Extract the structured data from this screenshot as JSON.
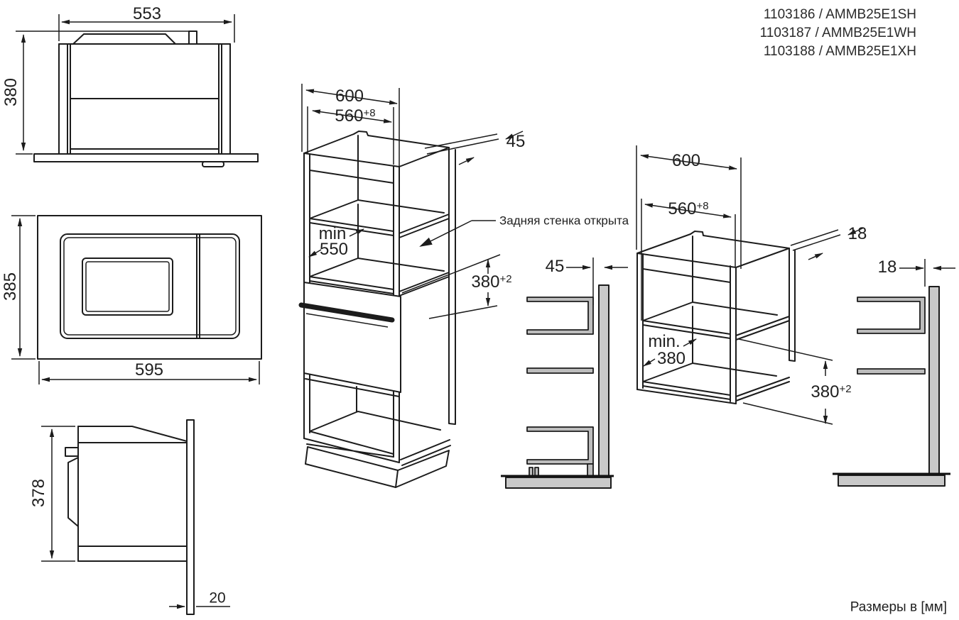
{
  "header": {
    "models": [
      "1103186 / AMMB25E1SH",
      "1103187 / AMMB25E1WH",
      "1103188 / AMMB25E1XH"
    ]
  },
  "footer": {
    "units_note": "Размеры в [мм]"
  },
  "labels": {
    "top_side_view": {
      "width": "553",
      "height": "380"
    },
    "front_view": {
      "height": "385",
      "width": "595"
    },
    "bottom_side_view": {
      "height": "378",
      "overhang": "20"
    },
    "tall_cabinet": {
      "outer_width": "600",
      "niche_width": "560",
      "niche_width_tol": "+8",
      "side_panel": "45",
      "min_label": "min",
      "min_depth": "550",
      "niche_height": "380",
      "niche_height_tol": "+2",
      "back_note": "Задняя стенка открыта"
    },
    "tall_profile": {
      "clearance": "45"
    },
    "wall_cabinet": {
      "outer_width": "600",
      "niche_width": "560",
      "niche_width_tol": "+8",
      "side_panel": "18",
      "min_label": "min.",
      "min_depth": "380",
      "niche_height": "380",
      "niche_height_tol": "+2"
    },
    "wall_profile": {
      "clearance": "18"
    }
  }
}
